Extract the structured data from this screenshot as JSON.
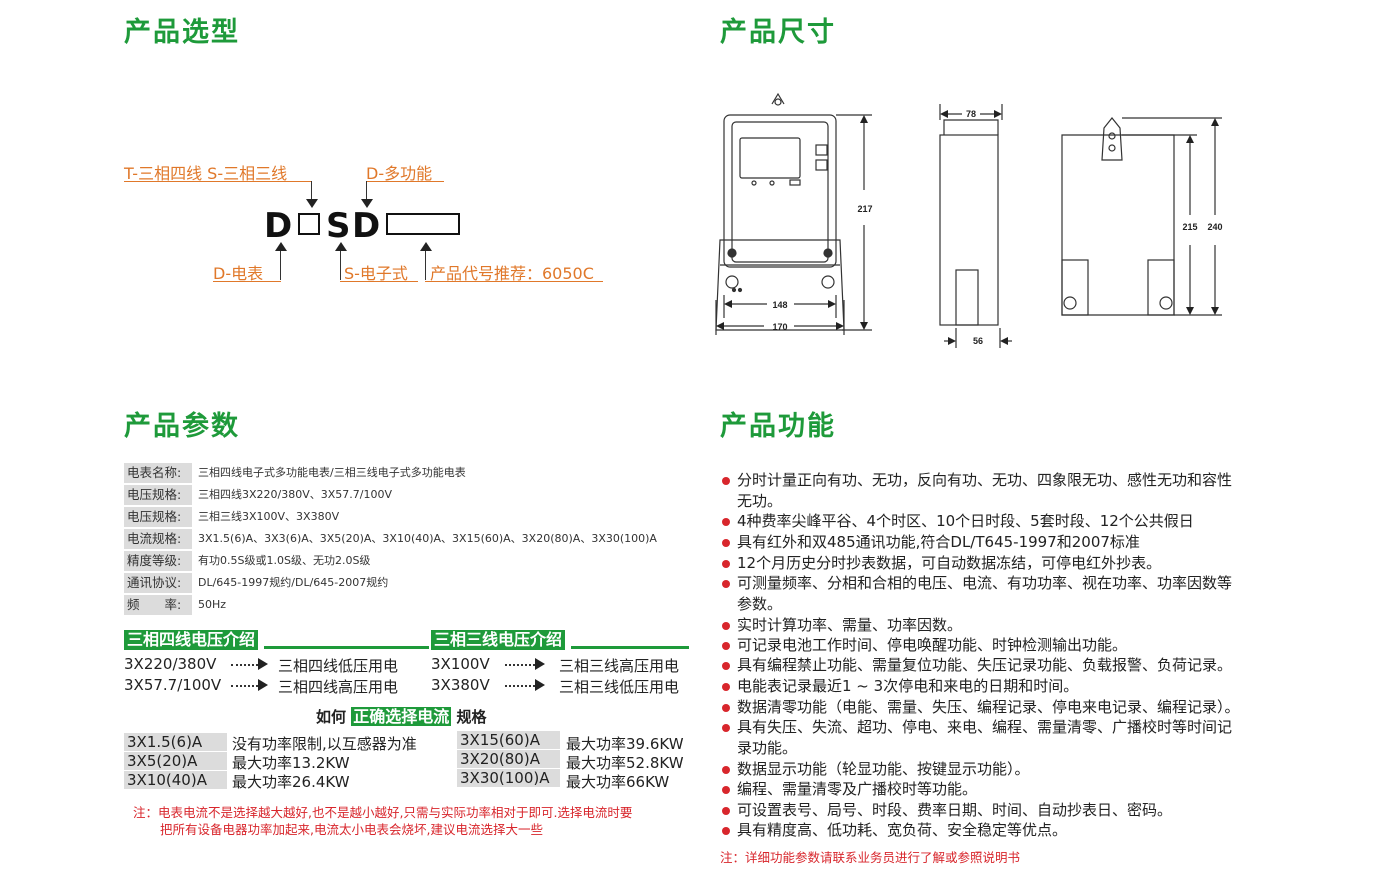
{
  "sections": {
    "selection_title": "产品选型",
    "dimension_title": "产品尺寸",
    "params_title": "产品参数",
    "features_title": "产品功能"
  },
  "selection": {
    "t_label": "T-三相四线 S-三相三线",
    "d_multi_label": "D-多功能",
    "letter_d1": "D",
    "letter_s": "S",
    "letter_d2": "D",
    "d_meter_label": "D-电表",
    "s_electronic_label": "S-电子式",
    "recommend_label": "产品代号推荐：6050C"
  },
  "dimensions": {
    "h217": "217",
    "w78": "78",
    "w148": "148",
    "w170": "170",
    "w56": "56",
    "h215": "215",
    "h240": "240"
  },
  "params": [
    {
      "label": "电表名称:",
      "value": "三相四线电子式多功能电表/三相三线电子式多功能电表"
    },
    {
      "label": "电压规格:",
      "value": "三相四线3X220/380V、3X57.7/100V"
    },
    {
      "label": "电压规格:",
      "value": "三相三线3X100V、3X380V"
    },
    {
      "label": "电流规格:",
      "value": "3X1.5(6)A、3X3(6)A、3X5(20)A、3X10(40)A、3X15(60)A、3X20(80)A、3X30(100)A"
    },
    {
      "label": "精度等级:",
      "value": "有功0.5S级或1.0S级、无功2.0S级"
    },
    {
      "label": "通讯协议:",
      "value": "DL/645-1997规约/DL/645-2007规约"
    },
    {
      "label": "频　　率:",
      "value": "50Hz"
    }
  ],
  "voltage": {
    "four_wire_head": "三相四线电压介绍",
    "three_wire_head": "三相三线电压介绍",
    "rows_left": [
      {
        "v": "3X220/380V",
        "desc": "三相四线低压用电"
      },
      {
        "v": "3X57.7/100V",
        "desc": "三相四线高压用电"
      }
    ],
    "rows_right": [
      {
        "v": "3X100V",
        "desc": "三相三线高压用电"
      },
      {
        "v": "3X380V",
        "desc": "三相三线低压用电"
      }
    ]
  },
  "current_select": {
    "prefix": "如何",
    "highlight": "正确选择电流",
    "suffix": "规格",
    "left": [
      {
        "spec": "3X1.5(6)A",
        "desc": "没有功率限制,以互感器为准"
      },
      {
        "spec": "3X5(20)A",
        "desc": "最大功率13.2KW"
      },
      {
        "spec": "3X10(40)A",
        "desc": "最大功率26.4KW"
      }
    ],
    "right": [
      {
        "spec": "3X15(60)A",
        "desc": "最大功率39.6KW"
      },
      {
        "spec": "3X20(80)A",
        "desc": "最大功率52.8KW"
      },
      {
        "spec": "3X30(100)A",
        "desc": "最大功率66KW"
      }
    ],
    "note_line1": "注：电表电流不是选择越大越好,也不是越小越好,只需与实际功率相对于即可.选择电流时要",
    "note_line2": "把所有设备电器功率加起来,电流太小电表会烧坏,建议电流选择大一些"
  },
  "features": [
    "分时计量正向有功、无功，反向有功、无功、四象限无功、感性无功和容性",
    "无功。",
    "4种费率尖峰平谷、4个时区、10个日时段、5套时段、12个公共假日",
    "具有红外和双485通讯功能,符合DL/T645-1997和2007标准",
    "12个月历史分时抄表数据，可自动数据冻结，可停电红外抄表。",
    "可测量频率、分相和合相的电压、电流、有功功率、视在功率、功率因数等",
    "参数。",
    "实时计算功率、需量、功率因数。",
    "可记录电池工作时间、停电唤醒功能、时钟检测输出功能。",
    "具有编程禁止功能、需量复位功能、失压记录功能、负载报警、负荷记录。",
    "电能表记录最近1 ~ 3次停电和来电的日期和时间。",
    "数据清零功能（电能、需量、失压、编程记录、停电来电记录、编程记录）。",
    "具有失压、失流、超功、停电、来电、编程、需量清零、广播校时等时间记",
    "录功能。",
    "数据显示功能（轮显功能、按键显示功能）。",
    "编程、需量清零及广播校时等功能。",
    "可设置表号、局号、时段、费率日期、时间、自动抄表日、密码。",
    "具有精度高、低功耗、宽负荷、安全稳定等优点。"
  ],
  "features_note": "注：详细功能参数请联系业务员进行了解或参照说明书",
  "colors": {
    "green": "#1e9a3a",
    "orange": "#e0782a",
    "red": "#d8262c",
    "gray": "#dcdcdc"
  }
}
